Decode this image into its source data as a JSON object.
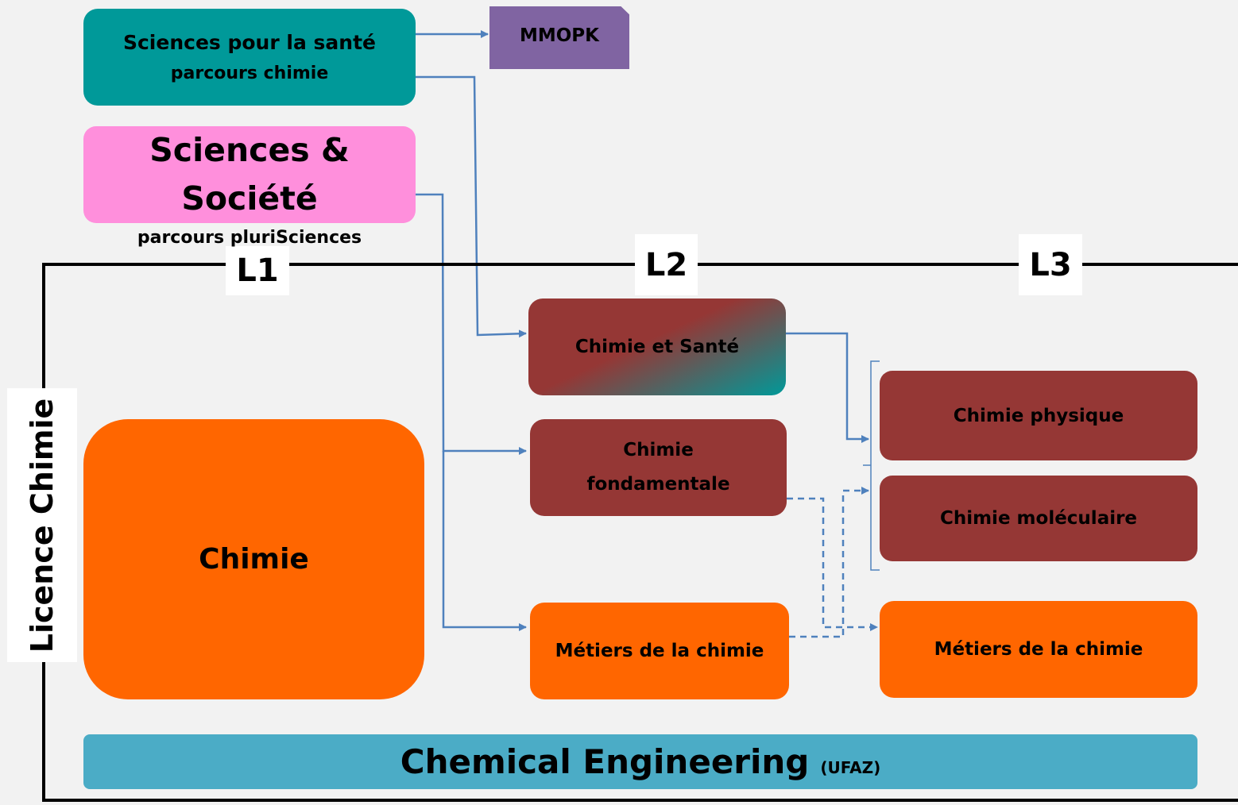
{
  "colors": {
    "teal": "#009999",
    "pink": "#ff8fdc",
    "purple": "#8064a2",
    "maroon": "#953735",
    "orange": "#ff6600",
    "blue_band": "#4bacc6",
    "arrow": "#4f81bd"
  },
  "side_label": "Licence Chimie",
  "years": [
    "L1",
    "L2",
    "L3"
  ],
  "top": {
    "sante": {
      "title": "Sciences pour la santé",
      "subtitle": "parcours chimie"
    },
    "mmopk": "MMOPK",
    "societe": {
      "title": "Sciences & Société",
      "subtitle": "parcours pluriSciences"
    }
  },
  "l1": {
    "chimie": "Chimie"
  },
  "l2": {
    "chimie_sante": "Chimie et Santé",
    "chimie_fondamentale": "Chimie fondamentale",
    "metiers": "Métiers de la chimie"
  },
  "l3": {
    "chimie_physique": "Chimie physique",
    "chimie_moleculaire": "Chimie moléculaire",
    "metiers": "Métiers de la chimie"
  },
  "bottom": {
    "title": "Chemical Engineering",
    "note": "(UFAZ)"
  }
}
